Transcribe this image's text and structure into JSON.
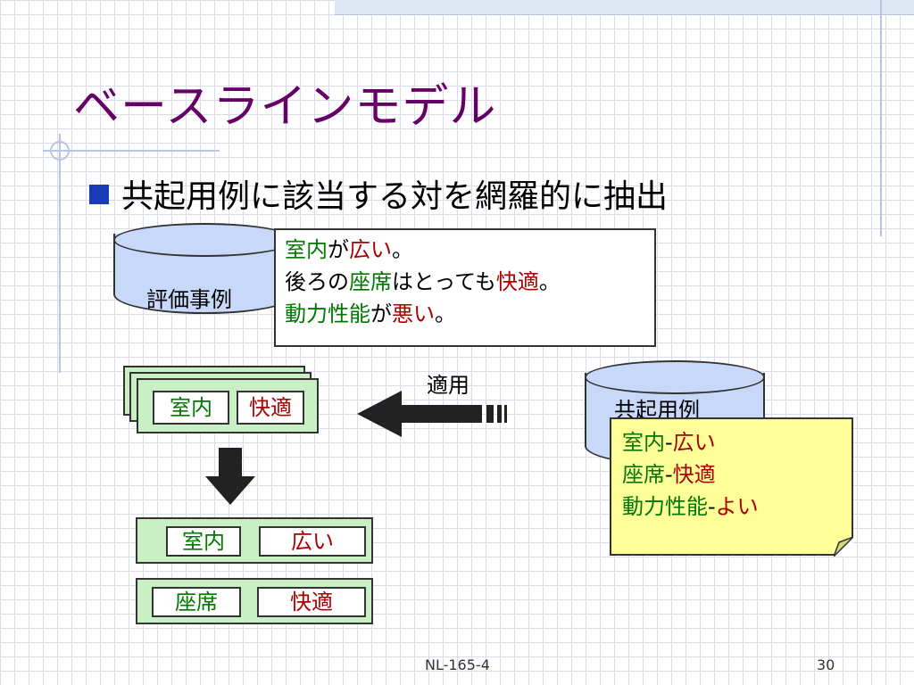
{
  "slide": {
    "title": "ベースラインモデル",
    "bullet": "共起用例に該当する対を網羅的に抽出",
    "eval_db_label": "評価事例",
    "cooc_db_label": "共起用例",
    "apply_label": "適用",
    "footer_left": "NL-165-4",
    "page_number": "30"
  },
  "example_note": {
    "line1": {
      "a": "室内",
      "b": "が",
      "c": "広い",
      "d": "。"
    },
    "line2": {
      "a": "後ろの",
      "b": "座席",
      "c": "はとっても",
      "d": "快適",
      "e": "。"
    },
    "line3": {
      "a": "動力性能",
      "b": "が",
      "c": "悪い",
      "d": "。"
    }
  },
  "applied_pair": {
    "noun": "室内",
    "adj": "快適"
  },
  "extracted_pairs": [
    {
      "noun": "室内",
      "adj": "広い"
    },
    {
      "noun": "座席",
      "adj": "快適"
    }
  ],
  "cooc_note": {
    "line1": {
      "noun": "室内",
      "sep": "-",
      "adj": "広い"
    },
    "line2": {
      "noun": "座席",
      "sep": "-",
      "adj": "快適"
    },
    "line3": {
      "noun": "動力性能",
      "sep": "-",
      "adj": "よい"
    }
  },
  "colors": {
    "title": "#660066",
    "bullet": "#1a3bb5",
    "database_fill": "#c7d8f8",
    "card_fill": "#c9f0c4",
    "note_yellow": "#ffff99",
    "noun_green": "#007700",
    "adj_red": "#aa0000"
  }
}
